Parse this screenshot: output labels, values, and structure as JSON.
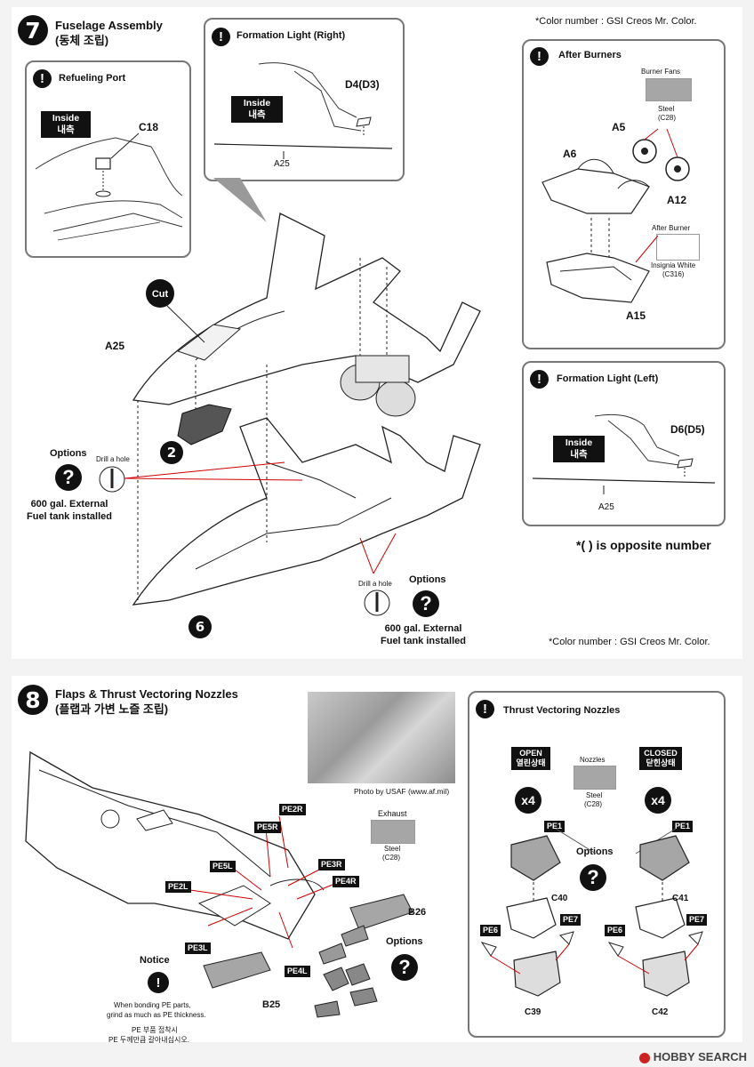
{
  "step7": {
    "number": "7",
    "title_en": "Fuselage Assembly",
    "title_ko": "(동체 조립)",
    "color_note_top": "*Color number : GSI Creos Mr. Color.",
    "color_note_bottom": "*Color number : GSI Creos Mr. Color.",
    "opposite_note": "*(   ) is opposite number",
    "refueling": {
      "title": "Refueling Port",
      "inside_en": "Inside",
      "inside_ko": "내측",
      "part": "C18"
    },
    "formation_right": {
      "title": "Formation Light (Right)",
      "inside_en": "Inside",
      "inside_ko": "내측",
      "part": "D4(D3)",
      "ref": "A25"
    },
    "formation_left": {
      "title": "Formation Light (Left)",
      "inside_en": "Inside",
      "inside_ko": "내측",
      "part": "D6(D5)",
      "ref": "A25"
    },
    "afterburners": {
      "title": "After Burners",
      "fans_label": "Burner Fans",
      "fans_color": "Steel",
      "fans_code": "(C28)",
      "fans_hex": "#a6a6a6",
      "burner_label": "After Burner",
      "burner_color": "Insignia White",
      "burner_code": "(C316)",
      "burner_hex": "#ffffff",
      "parts": [
        "A5",
        "A6",
        "A12",
        "A15"
      ]
    },
    "cut_label": "Cut",
    "part_a25": "A25",
    "sub2": "2",
    "sub6": "6",
    "options": "Options",
    "drill": "Drill a hole",
    "fuel_line1": "600 gal. External",
    "fuel_line2": "Fuel tank installed",
    "options_symbol": "?"
  },
  "step8": {
    "number": "8",
    "title_en": "Flaps & Thrust Vectoring Nozzles",
    "title_ko": "(플랩과 가변 노즐 조립)",
    "photo_credit": "Photo by USAF (www.af.mil)",
    "exhaust": {
      "label": "Exhaust",
      "color": "Steel",
      "code": "(C28)",
      "hex": "#a6a6a6"
    },
    "pe_parts": [
      "PE2R",
      "PE5R",
      "PE3R",
      "PE5L",
      "PE4R",
      "PE2L",
      "PE3L",
      "PE4L"
    ],
    "parts": [
      "B26",
      "B25"
    ],
    "options": "Options",
    "notice": {
      "title": "Notice",
      "line1": "When bonding PE parts,",
      "line2": "grind as much as PE thickness.",
      "ko1": "PE 부품 접착시",
      "ko2": "PE 두께만큼 갈아내십시오."
    },
    "tvn": {
      "title": "Thrust Vectoring Nozzles",
      "open_en": "OPEN",
      "open_ko": "열린상태",
      "closed_en": "CLOSED",
      "closed_ko": "닫힌상태",
      "nozzles_label": "Nozzles",
      "nozzles_color": "Steel",
      "nozzles_code": "(C28)",
      "nozzles_hex": "#a6a6a6",
      "x4": "x4",
      "pe1": "PE1",
      "pe6": "PE6",
      "pe7": "PE7",
      "c40": "C40",
      "c41": "C41",
      "c39": "C39",
      "c42": "C42",
      "options": "Options"
    }
  },
  "watermark": "HOBBY SEARCH"
}
